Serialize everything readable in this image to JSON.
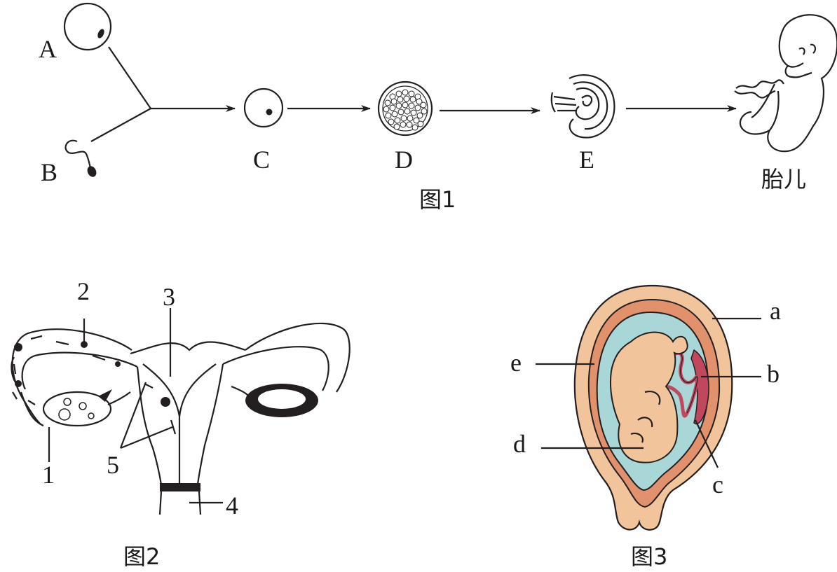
{
  "figure1": {
    "label_A": "A",
    "label_B": "B",
    "label_C": "C",
    "label_D": "D",
    "label_E": "E",
    "label_fetus": "胎儿",
    "caption": "图1"
  },
  "figure2": {
    "num_1": "1",
    "num_2": "2",
    "num_3": "3",
    "num_4": "4",
    "num_5": "5",
    "caption": "图2"
  },
  "figure3": {
    "label_a": "a",
    "label_b": "b",
    "label_c": "c",
    "label_d": "d",
    "label_e": "e",
    "caption": "图3"
  },
  "colors": {
    "line": "#231f20",
    "uterus_wall": "#f2c49b",
    "uterus_inner": "#e2916d",
    "amniotic": "#a9d6d6",
    "fetus": "#f2c49b",
    "placenta": "#c0475e"
  }
}
